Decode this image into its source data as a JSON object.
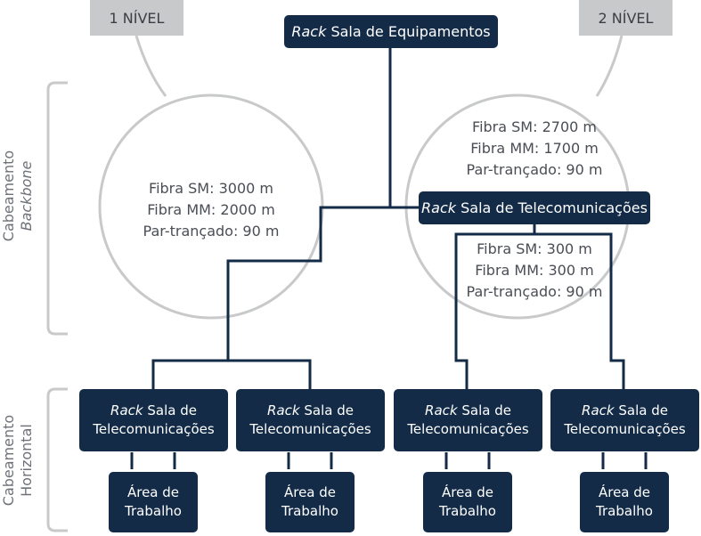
{
  "levels": {
    "first": "1 NÍVEL",
    "second": "2 NÍVEL"
  },
  "rack_prefix": "Rack",
  "main_rack": {
    "rest": "Sala de Equipamentos"
  },
  "telecom_rack": {
    "rest": "Sala de Telecomunicações"
  },
  "lower_rack": {
    "line1": "Sala de",
    "line2": "Telecomunicações"
  },
  "work_area": {
    "line1": "Área de",
    "line2": "Trabalho"
  },
  "backbone_left": [
    "Fibra SM: 3000 m",
    "Fibra MM: 2000 m",
    "Par-trançado: 90 m"
  ],
  "backbone_right_top": [
    "Fibra SM: 2700 m",
    "Fibra MM: 1700 m",
    "Par-trançado: 90 m"
  ],
  "backbone_right_bottom": [
    "Fibra SM: 300 m",
    "Fibra MM: 300 m",
    "Par-trançado: 90 m"
  ],
  "side_labels": {
    "backbone": {
      "line1": "Cabeamento",
      "line2": "Backbone"
    },
    "horizontal": {
      "line1": "Cabeamento",
      "line2": "Horizontal"
    }
  },
  "colors": {
    "dark_box": "#132b47",
    "connector": "#132b47",
    "circle": "#c8c9ca",
    "bracket": "#c8c9ca"
  }
}
